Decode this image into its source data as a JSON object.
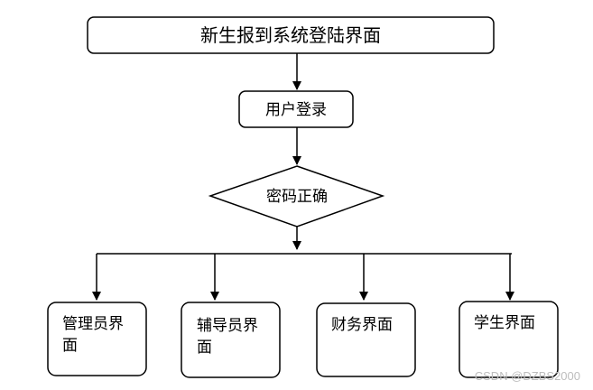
{
  "diagram": {
    "title_box": "新生报到系统登陆界面",
    "login_box": "用户登录",
    "decision": "密码正确",
    "targets": [
      {
        "line1": "管理员界",
        "line2": "面"
      },
      {
        "line1": "辅导员界",
        "line2": "面"
      },
      {
        "line1": "财务界面",
        "line2": ""
      },
      {
        "line1": "学生界面",
        "line2": ""
      }
    ]
  },
  "watermark": "CSDN @DZBS2000"
}
